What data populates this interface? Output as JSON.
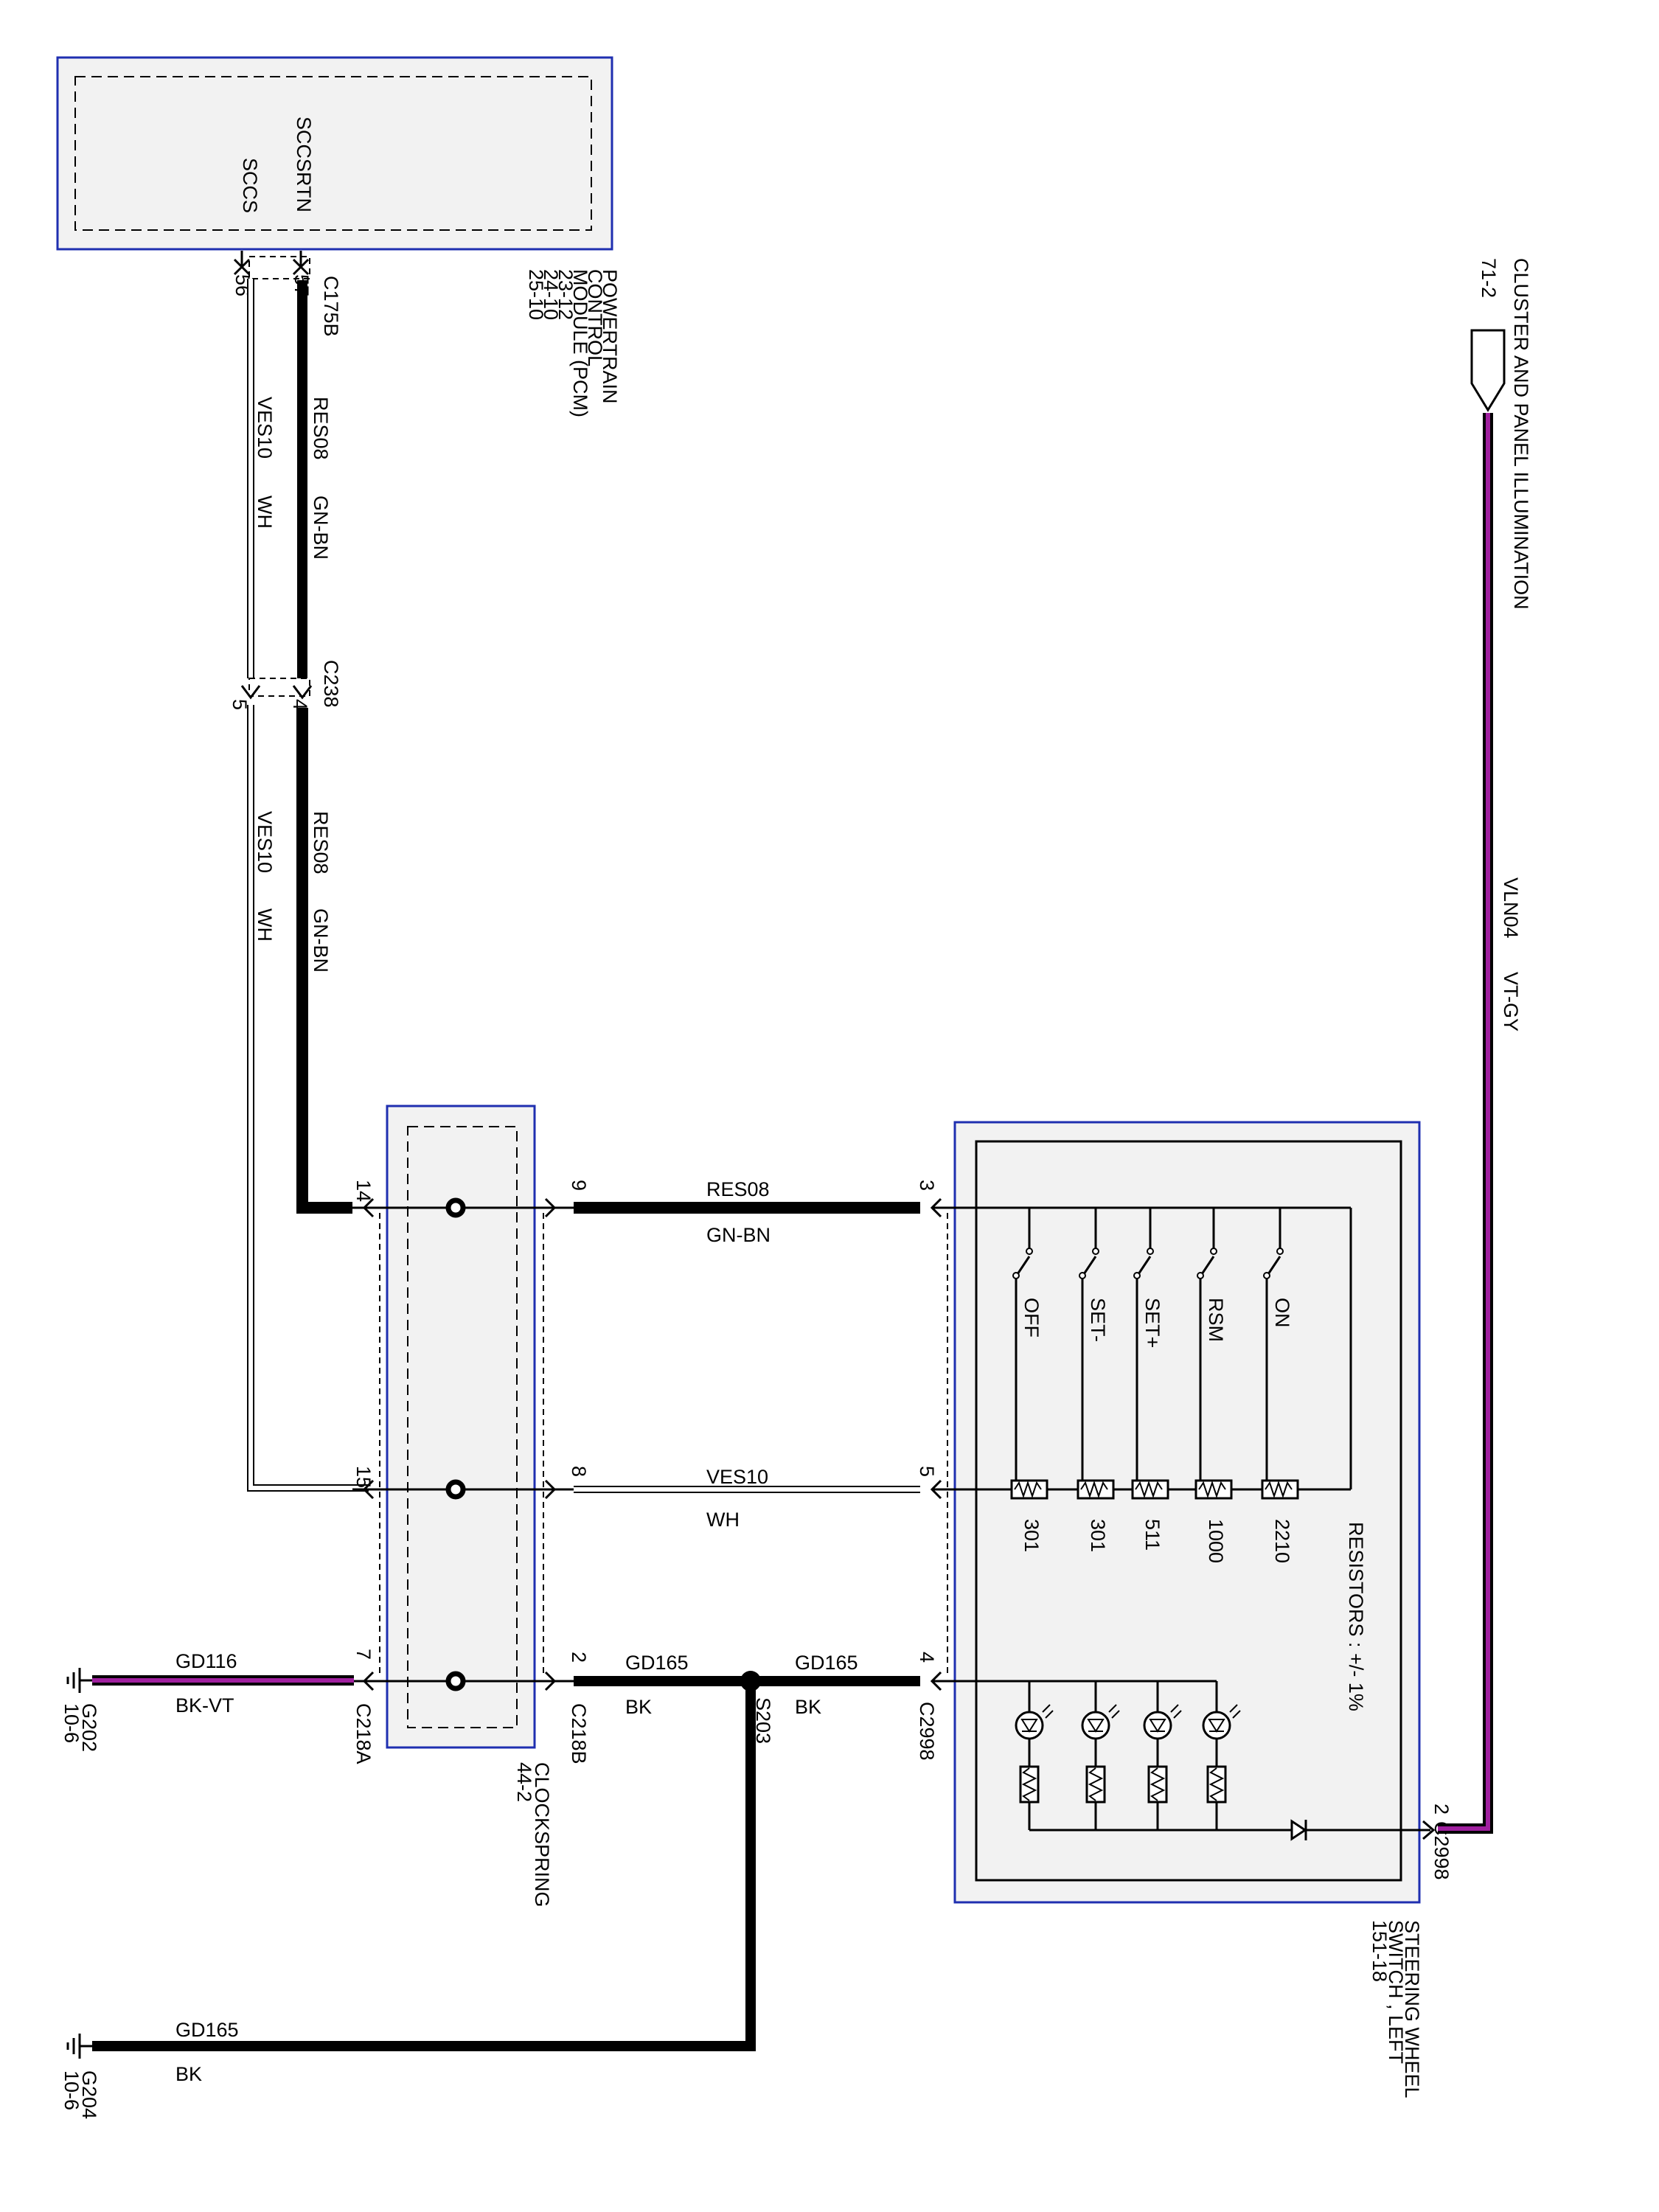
{
  "colors": {
    "module_border": "#1f2fb0",
    "module_fill": "#f2f2f2",
    "wire_black": "#000000",
    "wire_violet": "#a0209f",
    "wire_white": "#ffffff"
  },
  "pcm": {
    "pins": {
      "sccsrtn": "SCCSRTN",
      "sccs": "SCCS"
    },
    "pin_numbers": {
      "p57": "57",
      "p56": "56"
    },
    "connector": "C175B",
    "label_lines": [
      "POWERTRAIN",
      "CONTROL",
      "MODULE (PCM)",
      "23-12",
      "24-10",
      "25-10"
    ]
  },
  "c238": {
    "name": "C238",
    "pin4": "4",
    "pin5": "5"
  },
  "wires": {
    "res08": {
      "circuit": "RES08",
      "color": "GN-BN"
    },
    "ves10": {
      "circuit": "VES10",
      "color": "WH"
    },
    "gd116": {
      "circuit": "GD116",
      "color": "BK-VT"
    },
    "gd165": {
      "circuit": "GD165",
      "color": "BK"
    },
    "vln04": {
      "circuit": "VLN04",
      "color": "VT-GY"
    }
  },
  "clockspring": {
    "label_lines": [
      "CLOCKSPRING",
      "44-2"
    ],
    "left_connector": "C218A",
    "right_connector": "C218B",
    "left_pins": [
      "14",
      "15",
      "7"
    ],
    "right_pins": [
      "9",
      "8",
      "2"
    ]
  },
  "splice": "S203",
  "grounds": {
    "g202": {
      "name": "G202",
      "ref": "10-6"
    },
    "g204": {
      "name": "G204",
      "ref": "10-6"
    }
  },
  "cluster": {
    "label": "CLUSTER AND PANEL ILLUMINATION",
    "ref": "71-2"
  },
  "switch": {
    "connector": "C2998",
    "pins": [
      "3",
      "5",
      "4"
    ],
    "illum_pin": "2",
    "illum_connector": "C2998",
    "label_lines": [
      "STEERING WHEEL",
      "SWITCH , LEFT",
      "151-18"
    ],
    "positions": [
      "OFF",
      "SET-",
      "SET+",
      "RSM",
      "ON"
    ],
    "resistor_values": [
      "301",
      "301",
      "511",
      "1000",
      "2210"
    ],
    "resistors_note": "RESISTORS : +/-  1%"
  }
}
